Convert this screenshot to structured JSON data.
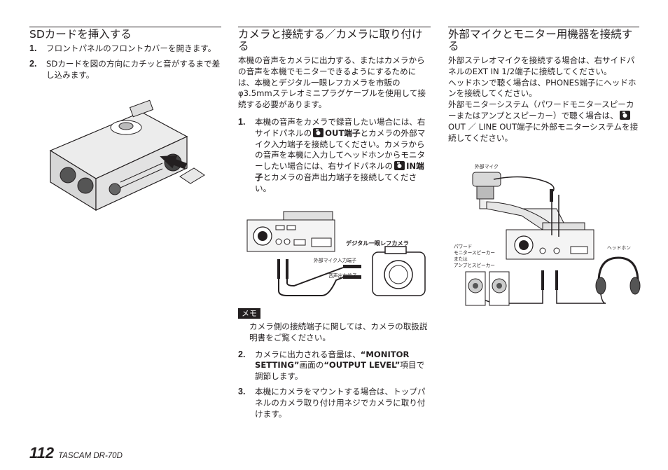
{
  "col1": {
    "title": "SDカードを挿入する",
    "steps": [
      {
        "num": "1.",
        "text": "フロントパネルのフロントカバーを開きます。"
      },
      {
        "num": "2.",
        "text": "SDカードを図の方向にカチッと音がするまで差し込みます。"
      }
    ]
  },
  "col2": {
    "title": "カメラと接続する／カメラに取り付ける",
    "intro": "本機の音声をカメラに出力する、またはカメラからの音声を本機でモニターできるようにするためには、本機とデジタル一眼レフカメラを市販のφ3.5mmステレオミニプラグケーブルを使用して接続する必要があります。",
    "step1": {
      "num": "1.",
      "t1": "本機の音声をカメラで録音したい場合には、右サイドパネルの",
      "k1": "OUT端子",
      "t2": "とカメラの外部マイク入力端子を接続してください。カメラからの音声を本機に入力してヘッドホンからモニターしたい場合には、右サイドパネルの",
      "k2": "IN端子",
      "t3": "とカメラの音声出力端子を接続してください。"
    },
    "figure": {
      "camera_label": "デジタル一眼レフカメラ",
      "mic_in_label": "外部マイク入力端子",
      "audio_out_label": "音声出力端子"
    },
    "memo": {
      "label": "メモ",
      "text": "カメラ側の接続端子に関しては、カメラの取扱説明書をご覧ください。"
    },
    "step2": {
      "num": "2.",
      "t1": "カメラに出力される音量は、",
      "k1": "“MONITOR SETTING”",
      "t2": "画面の",
      "k2": "“OUTPUT LEVEL”",
      "t3": "項目で調節します。"
    },
    "step3": {
      "num": "3.",
      "text": "本機にカメラをマウントする場合は、トップパネルのカメラ取り付け用ネジでカメラに取り付けます。"
    }
  },
  "col3": {
    "title": "外部マイクとモニター用機器を接続する",
    "p1a": "外部ステレオマイクを接続する場合は、右サイドパネルの",
    "p1k": "EXT IN 1/2端子",
    "p1b": "に接続してください。",
    "p2a": "ヘッドホンで聴く場合は、",
    "p2k": "PHONES端子",
    "p2b": "にヘッドホンを接続してください。",
    "p3a": "外部モニターシステム（パワードモニタースピーカーまたはアンプとスピーカー）で聴く場合は、",
    "p3k": "OUT ／ LINE OUT端子",
    "p3b": "に外部モニターシステムを接続してください。",
    "figure": {
      "mic_label": "外部マイク",
      "speaker_line1": "パワード",
      "speaker_line2": "モニタースピーカー",
      "speaker_line3": "または",
      "speaker_line4": "アンプとスピーカー",
      "headphone_label": "ヘッドホン"
    }
  },
  "footer": {
    "page": "112",
    "brand": "TASCAM  DR-70D"
  }
}
